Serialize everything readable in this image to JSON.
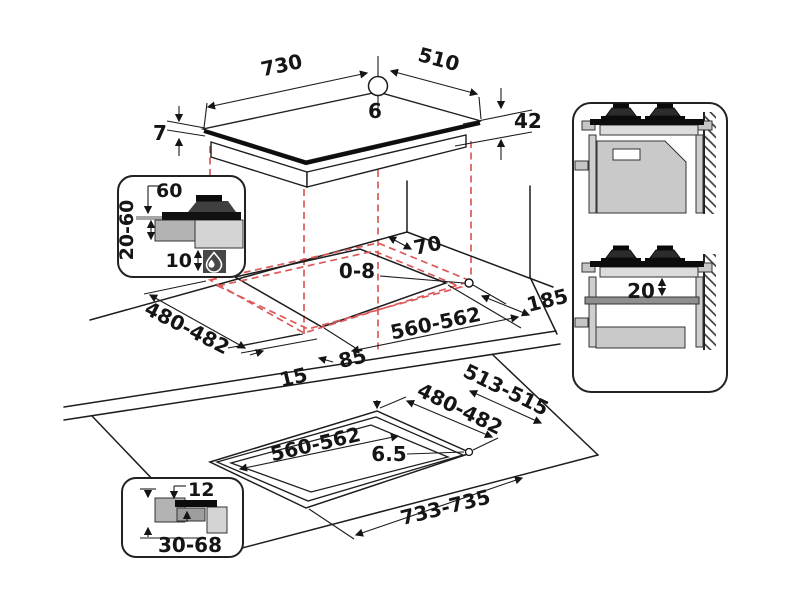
{
  "hob_view": {
    "width": "730",
    "depth": "510",
    "corner_radius": "6",
    "glass_thickness": "7",
    "total_height": "42"
  },
  "cutout_view": {
    "rear_clearance": "70",
    "edge_gap": "0-8",
    "side_clearance": "185",
    "cutout_depth": "480-482",
    "cutout_width": "560-562",
    "front_overhang": "15",
    "side_overhang": "85"
  },
  "flush_view": {
    "cutout_width": "560-562",
    "cutout_depth": "480-482",
    "worktop_depth": "513-515",
    "worktop_width": "733-735",
    "corner_radius": "6.5"
  },
  "edge_detail": {
    "burner_offset": "60",
    "worktop_thickness": "20-60",
    "bottom_gap": "10"
  },
  "flush_detail": {
    "recess_depth": "12",
    "edge_width": "30-68"
  },
  "side_view": {
    "shelf_gap": "20"
  },
  "icons": {
    "gas": "gas-flame-icon"
  },
  "colors": {
    "line": "#1d1d1d",
    "projection_dashed": "#dc5a5a",
    "gray_light": "#d4d4d4",
    "gray_mid": "#b3b3b3",
    "gray_dark": "#474747",
    "shelf_gray": "#8f8f8f"
  }
}
